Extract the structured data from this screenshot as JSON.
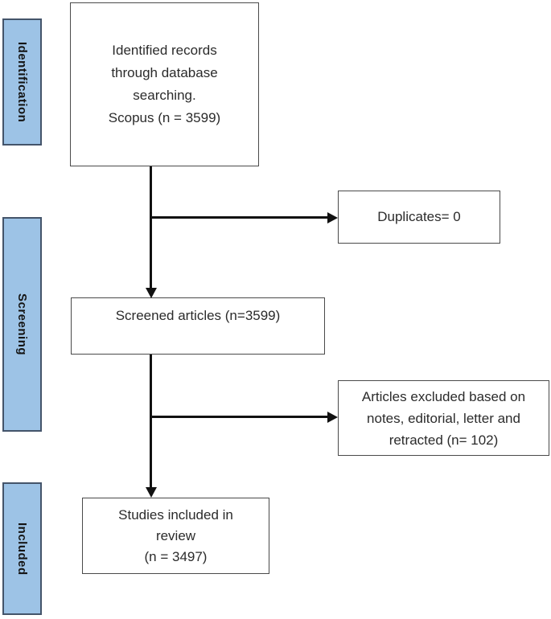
{
  "stages": [
    {
      "id": "identification",
      "label": "Identification"
    },
    {
      "id": "screening",
      "label": "Screening"
    },
    {
      "id": "included",
      "label": "Included"
    }
  ],
  "nodes": [
    {
      "id": "identified-records",
      "text": "Identified records\nthrough database\nsearching.\nScopus (n = 3599)"
    },
    {
      "id": "duplicates",
      "text": "Duplicates= 0"
    },
    {
      "id": "screened-articles",
      "text": "Screened articles (n=3599)"
    },
    {
      "id": "articles-excluded",
      "text": "Articles excluded based on\nnotes, editorial, letter and\nretracted (n= 102)"
    },
    {
      "id": "studies-included",
      "text": "Studies included in\nreview\n(n = 3497)"
    }
  ],
  "connectors": [
    {
      "from": "identified-records",
      "to": "screened-articles",
      "style": "arrow-down"
    },
    {
      "from": "identified-records",
      "to": "duplicates",
      "style": "arrow-right"
    },
    {
      "from": "screened-articles",
      "to": "studies-included",
      "style": "arrow-down"
    },
    {
      "from": "screened-articles",
      "to": "articles-excluded",
      "style": "arrow-right"
    }
  ],
  "colors": {
    "stage_fill": "#9DC3E6",
    "stage_border": "#44546A",
    "node_border": "#4A4A4A",
    "connector": "#111111",
    "text": "#2B2B2B",
    "background": "#FFFFFF"
  }
}
